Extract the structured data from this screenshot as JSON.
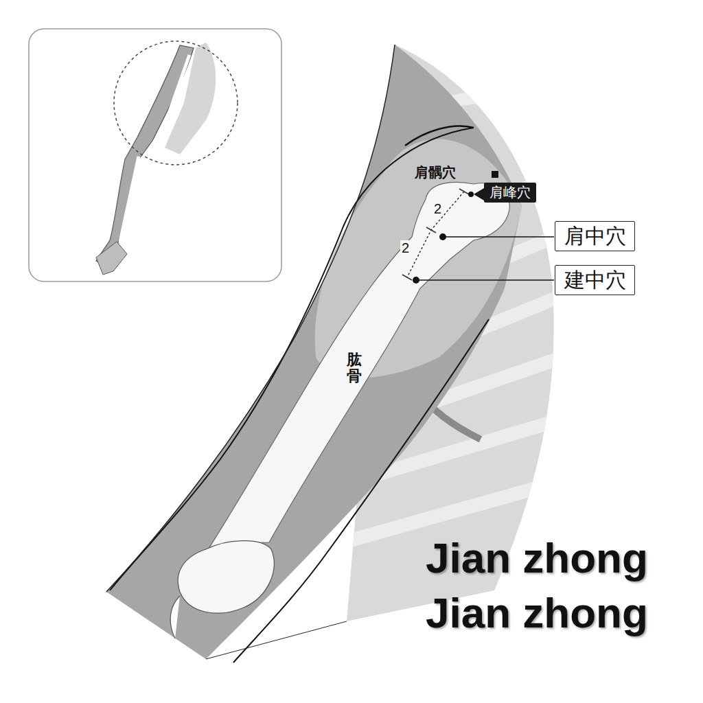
{
  "diagram": {
    "nodes": [
      {
        "text": [
          "肩峰穴"
        ]
      },
      {
        "text": [
          "肩中穴"
        ]
      },
      {
        "text": [
          "建中穴"
        ]
      }
    ],
    "labels": [
      "肩髃穴",
      "2",
      "2",
      "肱骨",
      "Jian zhong",
      "Jian zhong"
    ]
  }
}
